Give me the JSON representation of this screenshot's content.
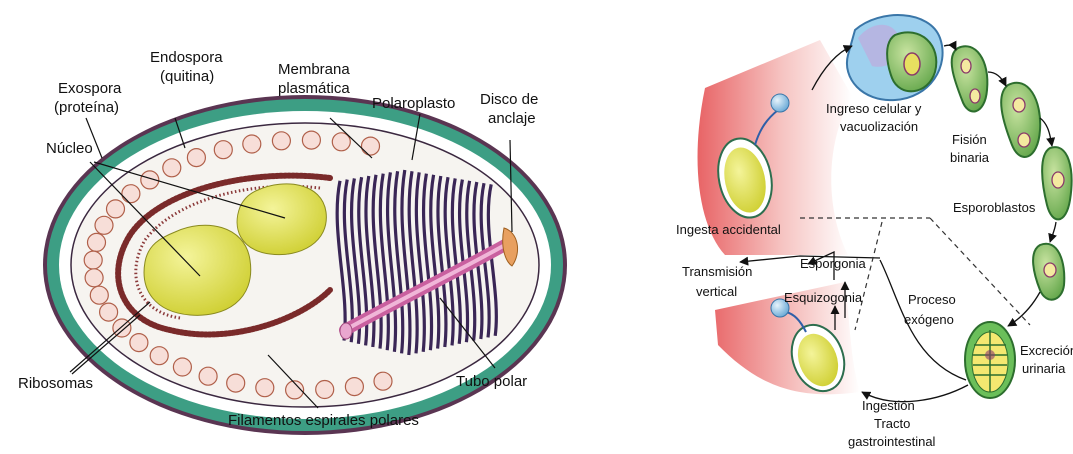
{
  "spore_diagram": {
    "labels": {
      "exospora": [
        "Exospora",
        "(proteína)"
      ],
      "endospora": [
        "Endospora",
        "(quitina)"
      ],
      "membrana": [
        "Membrana",
        "plasmática"
      ],
      "polaroplasto": "Polaroplasto",
      "disco": [
        "Disco de",
        "anclaje"
      ],
      "nucleo": "Núcleo",
      "ribosomas": "Ribosomas",
      "filamentos": "Filamentos espirales polares",
      "tubo_polar": "Tubo polar"
    },
    "colors": {
      "exospore": "#3d9e84",
      "outer_border": "#5a3552",
      "endospore": "#ffffff",
      "cytoplasm": "#f4f2ee",
      "nucleus": "#dcdc45",
      "ribosome_fill": "#f7ded8",
      "ribosome_stroke": "#b0604a",
      "polaroplast": "#3a2656",
      "polar_tube": "#d77fb4",
      "anchor_disc": "#e8a060"
    }
  },
  "life_cycle": {
    "labels": {
      "ingreso": [
        "Ingreso celular y",
        "vacuolización"
      ],
      "fision": [
        "Fisión",
        "binaria"
      ],
      "esporoblastos": "Esporoblastos",
      "ingesta": "Ingesta accidental",
      "transmision": [
        "Transmisión",
        "vertical"
      ],
      "esporgonia": "Esporgonia",
      "esquizogonia": "Esquizogonia",
      "proceso": [
        "Proceso",
        "exógeno"
      ],
      "excrecion": [
        "Excreción",
        "urinaria"
      ],
      "ingestion": [
        "Ingestión",
        "Tracto",
        "gastrointestinal"
      ]
    },
    "colors": {
      "host_band": "#e86466",
      "cell_green": "#7dbb5a",
      "cell_yellow": "#e3e06a",
      "vacuole_blue": "#7ab8e0",
      "nucleus_purple": "#8a3a6a"
    }
  }
}
